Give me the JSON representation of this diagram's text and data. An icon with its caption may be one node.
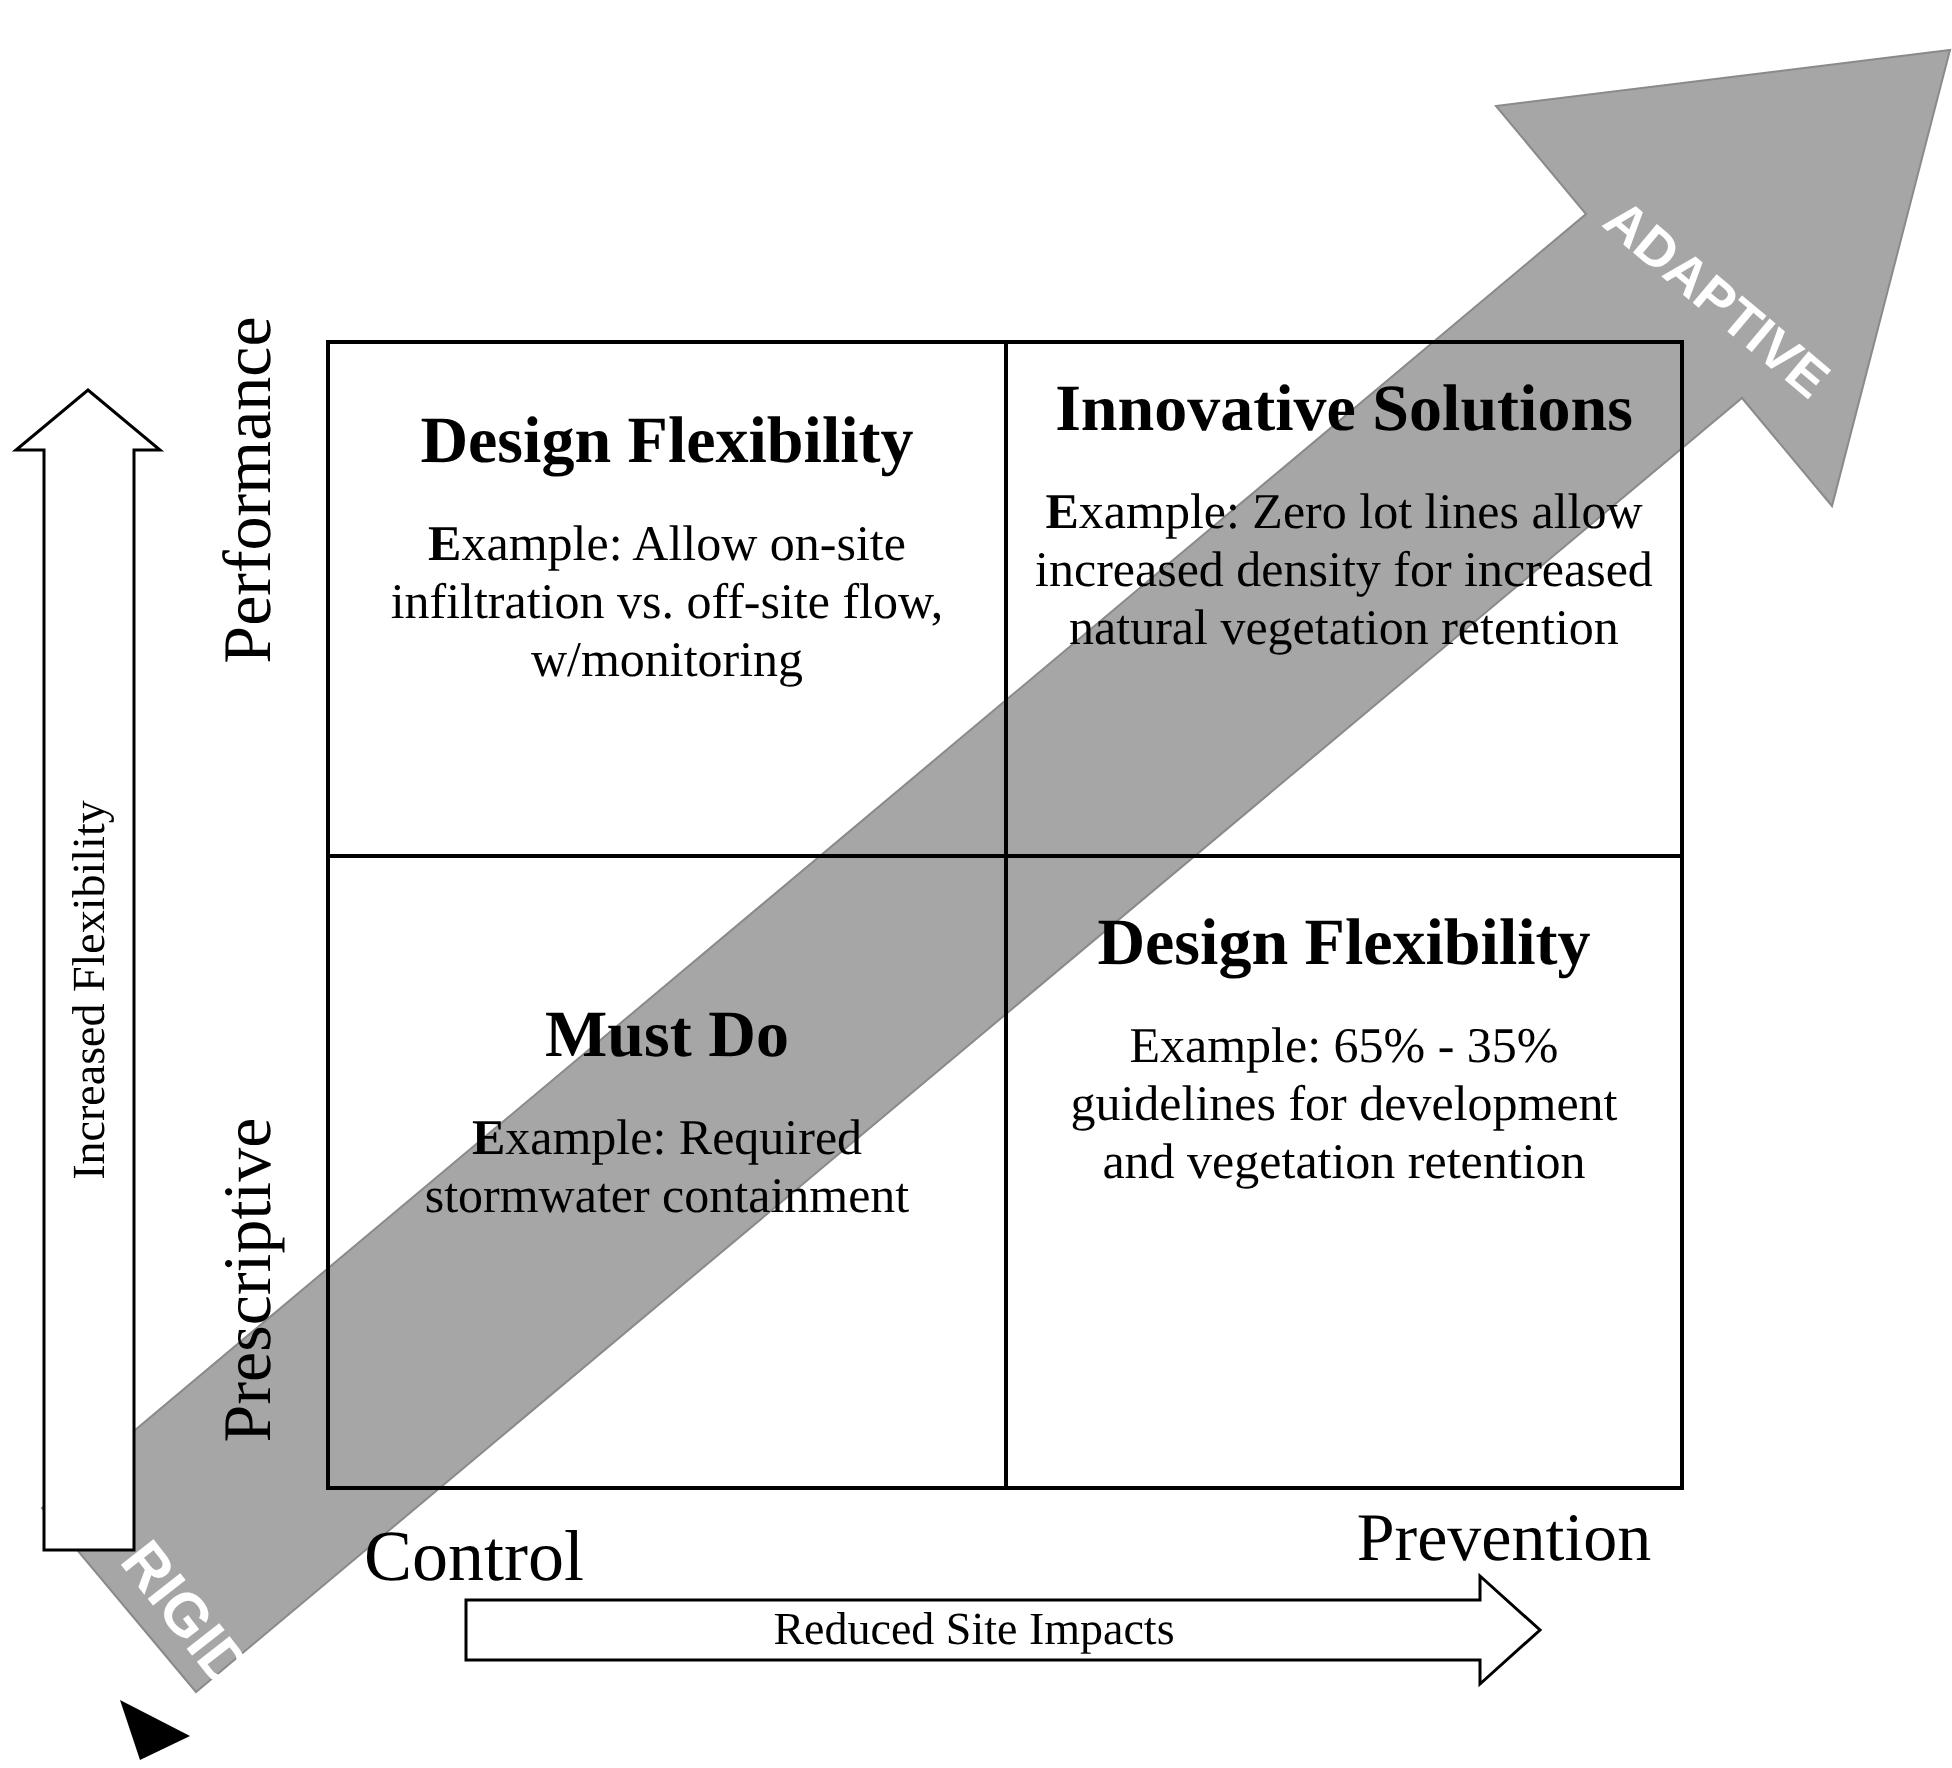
{
  "diagram": {
    "nodes": [
      {
        "text": [
          "Design Flexibility",
          "**E**xample:  Allow on-site infiltration vs. off-site flow, w/monitoring"
        ]
      },
      {
        "text": [
          "Innovative Solutions",
          "**E**xample:  Zero lot lines allow increased density for increased natural vegetation retention"
        ]
      },
      {
        "text": [
          "Must Do",
          "**E**xample:  Required stormwater containment"
        ]
      },
      {
        "text": [
          "Design Flexibility",
          "Example:  65% - 35% guidelines for development and vegetation retention"
        ]
      }
    ],
    "labels": [
      "ADAPTIVE",
      "Performance",
      "Increased Flexibility",
      "Prescriptive",
      "RIGID",
      "Control",
      "Prevention",
      "Reduced Site Impacts"
    ]
  }
}
